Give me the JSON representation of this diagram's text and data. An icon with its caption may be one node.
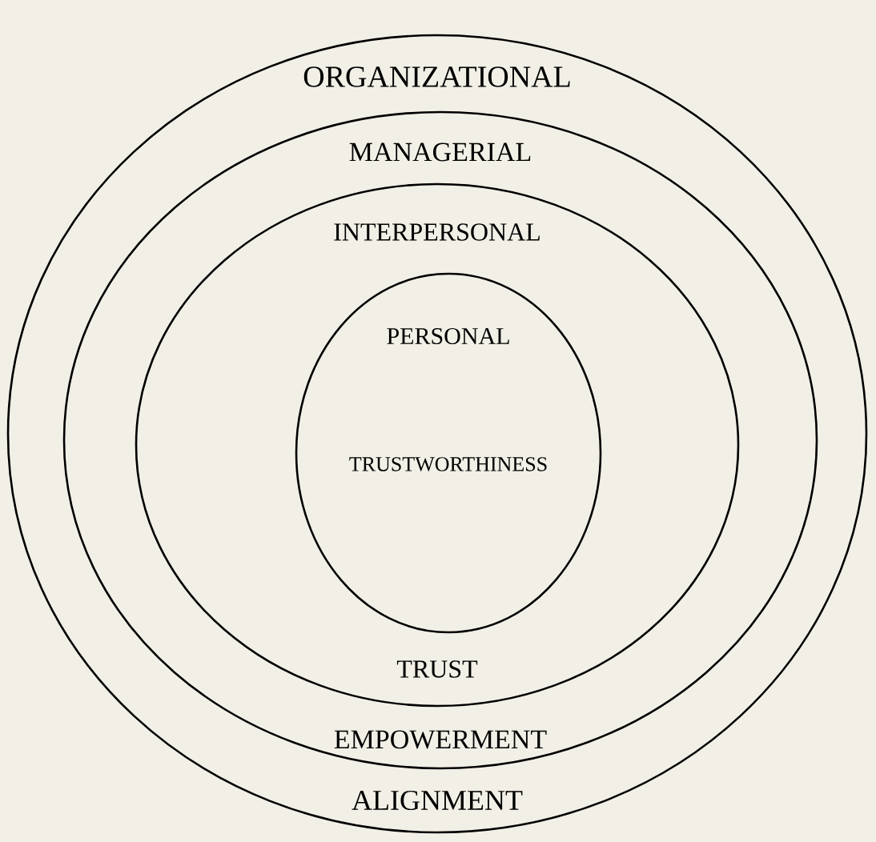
{
  "diagram": {
    "nodes": [
      {
        "text": [
          "ORGANIZATIONAL",
          "ALIGNMENT"
        ]
      },
      {
        "text": [
          "MANAGERIAL",
          "EMPOWERMENT"
        ],
        "in": 0
      },
      {
        "text": [
          "INTERPERSONAL",
          "TRUST"
        ],
        "in": 1
      },
      {
        "text": [
          "PERSONAL",
          "TRUSTWORTHINESS"
        ],
        "in": 2
      }
    ]
  }
}
